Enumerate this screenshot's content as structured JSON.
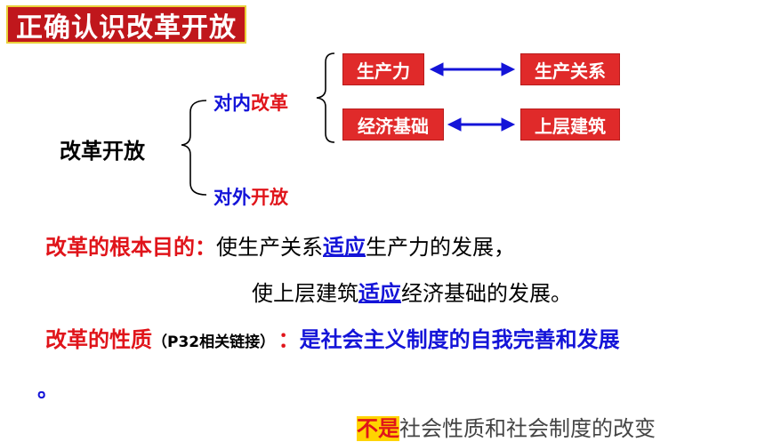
{
  "title": "正确认识改革开放",
  "diagram": {
    "root": "改革开放",
    "inner": {
      "prefix": "对内",
      "suffix": "改革"
    },
    "outer": {
      "prefix": "对外",
      "suffix": "开放"
    },
    "pairs": [
      {
        "left": "生产力",
        "right": "生产关系"
      },
      {
        "left": "经济基础",
        "right": "上层建筑"
      }
    ]
  },
  "purpose": {
    "label": "改革的根本目的：",
    "line1": {
      "pre": "使生产关系",
      "key": "适应",
      "post": "生产力的发展，"
    },
    "line2": {
      "pre": "使上层建筑",
      "key": "适应",
      "post": "经济基础的发展。"
    }
  },
  "nature": {
    "label": "改革的性质",
    "ref": "（P32相关链接）",
    "colon": "：",
    "text": "是社会主义制度的自我完善和发展",
    "end": "。"
  },
  "bottom": {
    "highlight": "不是",
    "text": "社会性质和社会制度的改变"
  },
  "colors": {
    "accent_red": "#e0141a",
    "accent_blue": "#1414d8",
    "box_red": "#e02a2a",
    "title_bg": "#c0171c"
  }
}
